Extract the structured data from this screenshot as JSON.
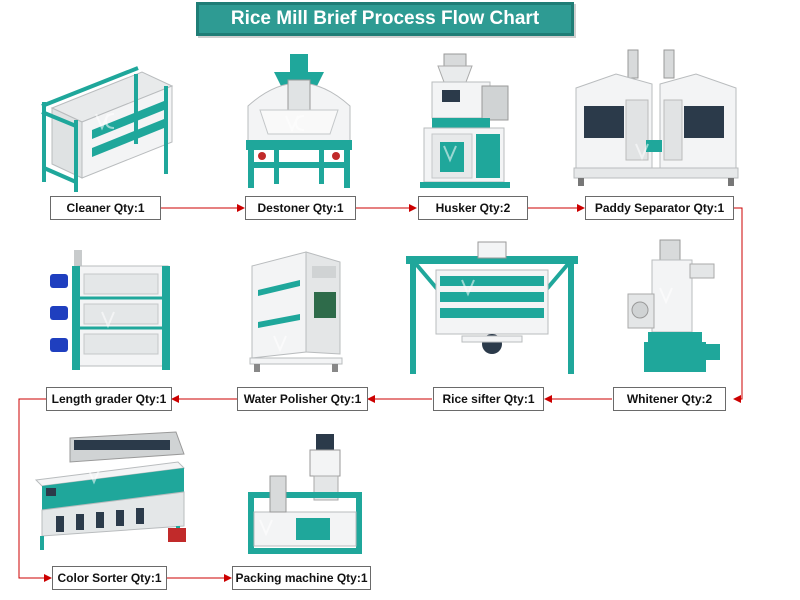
{
  "title": "Rice Mill Brief Process Flow Chart",
  "steps": [
    {
      "label": "Cleaner Qty:1"
    },
    {
      "label": "Destoner Qty:1"
    },
    {
      "label": "Husker Qty:2"
    },
    {
      "label": "Paddy Separator Qty:1"
    },
    {
      "label": "Whitener Qty:2"
    },
    {
      "label": "Rice sifter Qty:1"
    },
    {
      "label": "Water Polisher Qty:1"
    },
    {
      "label": "Length grader Qty:1"
    },
    {
      "label": "Color Sorter Qty:1"
    },
    {
      "label": "Packing machine Qty:1"
    }
  ],
  "colors": {
    "machine_teal": "#1fa79b",
    "machine_body": "#f1f2f3",
    "connector": "#cc0000",
    "banner": "#2e9b93"
  }
}
